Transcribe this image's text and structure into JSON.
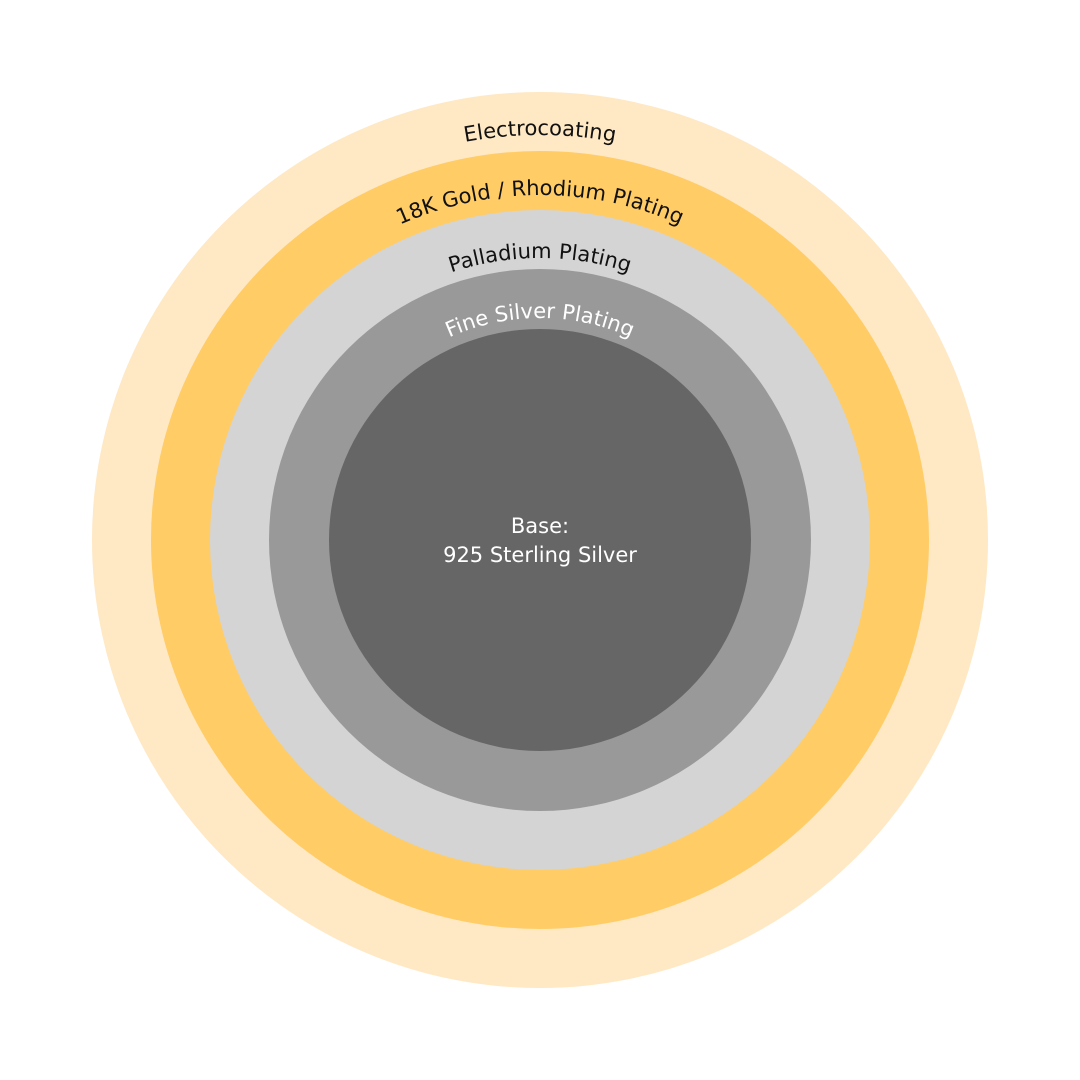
{
  "title": "Plating layers diagram",
  "layers": [
    {
      "label": "Electrocoating",
      "color": "#FFE8C4",
      "text_color": "#111111"
    },
    {
      "label": "18K Gold / Rhodium Plating",
      "color": "#FFCC66",
      "text_color": "#111111"
    },
    {
      "label": "Palladium Plating",
      "color": "#D4D4D4",
      "text_color": "#111111"
    },
    {
      "label": "Fine Silver Plating",
      "color": "#999999",
      "text_color": "#FFFFFF"
    }
  ],
  "base": {
    "line1": "Base:",
    "line2": "925 Sterling Silver",
    "color": "#666666",
    "text_color": "#FFFFFF"
  }
}
